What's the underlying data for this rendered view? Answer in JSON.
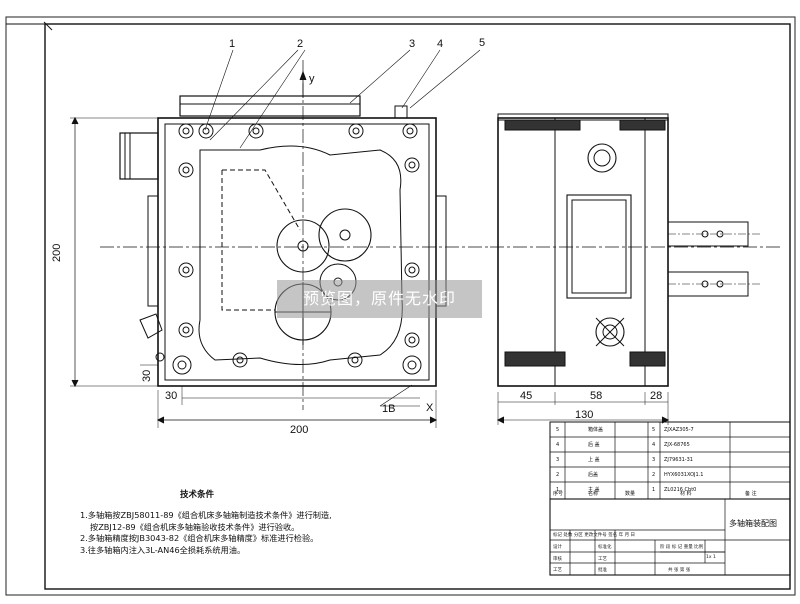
{
  "view_left": {
    "balloons": [
      "1",
      "2",
      "3",
      "4",
      "5"
    ],
    "axis_y": "y",
    "axis_x": "X",
    "dim_height": "200",
    "dim_width": "200",
    "dim_30_v": "30",
    "dim_30_h": "30",
    "label_1b": "1B"
  },
  "view_right": {
    "dims": [
      "45",
      "58",
      "28"
    ],
    "dim_total": "130"
  },
  "watermark": "预览图，原件无水印",
  "tech_req": {
    "title": "技术条件",
    "lines": [
      "1.多轴箱按ZBJ58011-89《组合机床多轴箱制造技术条件》进行制造,",
      "  按ZBJ12-89《组合机床多轴箱验收技术条件》进行验收。",
      "2.多轴箱精度按JB3043-82《组合机床多轴精度》标准进行检验。",
      "3.往多轴箱内注入3L-AN46全损耗系统用油。"
    ]
  },
  "bom": {
    "rows": [
      [
        "5",
        "箱体盖",
        "5",
        "ZJXAZ305-7"
      ],
      [
        "4",
        "后 盖",
        "4",
        "ZJX-68765"
      ],
      [
        "3",
        "上 盖",
        "3",
        "ZJ79631-31"
      ],
      [
        "2",
        "后盖",
        "2",
        "HYX6031XOJ1.1"
      ],
      [
        "1",
        "主 盖",
        "1",
        "ZL0216 Cbt0"
      ]
    ],
    "header": [
      "序号",
      "名称",
      "数量",
      "材 料",
      "备 注"
    ]
  },
  "title_block": {
    "drawing_name": "多轴箱装配图",
    "sheet": "1x 1"
  }
}
